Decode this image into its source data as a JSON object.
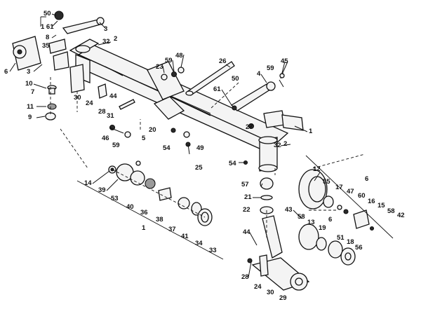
{
  "callouts": [
    {
      "id": "c-50a",
      "text": "50"
    },
    {
      "id": "c-1-61",
      "text": "1 61"
    },
    {
      "id": "c-8",
      "text": "8"
    },
    {
      "id": "c-3a",
      "text": "3"
    },
    {
      "id": "c-2a",
      "text": "2"
    },
    {
      "id": "c-32a",
      "text": "32"
    },
    {
      "id": "c-35",
      "text": "35"
    },
    {
      "id": "c-6a",
      "text": "6"
    },
    {
      "id": "c-3b",
      "text": "3"
    },
    {
      "id": "c-10",
      "text": "10"
    },
    {
      "id": "c-7",
      "text": "7"
    },
    {
      "id": "c-11",
      "text": "11"
    },
    {
      "id": "c-9",
      "text": "9"
    },
    {
      "id": "c-30a",
      "text": "30"
    },
    {
      "id": "c-24a",
      "text": "24"
    },
    {
      "id": "c-44a",
      "text": "44"
    },
    {
      "id": "c-28a",
      "text": "28"
    },
    {
      "id": "c-31",
      "text": "31"
    },
    {
      "id": "c-23",
      "text": "23"
    },
    {
      "id": "c-59a",
      "text": "59"
    },
    {
      "id": "c-48",
      "text": "48"
    },
    {
      "id": "c-26",
      "text": "26"
    },
    {
      "id": "c-50b",
      "text": "50"
    },
    {
      "id": "c-45",
      "text": "45"
    },
    {
      "id": "c-4",
      "text": "4"
    },
    {
      "id": "c-59b",
      "text": "59"
    },
    {
      "id": "c-61",
      "text": "61"
    },
    {
      "id": "c-20",
      "text": "20"
    },
    {
      "id": "c-5",
      "text": "5"
    },
    {
      "id": "c-46",
      "text": "46"
    },
    {
      "id": "c-59c",
      "text": "59"
    },
    {
      "id": "c-27",
      "text": "27"
    },
    {
      "id": "c-1a",
      "text": "1"
    },
    {
      "id": "c-54a",
      "text": "54"
    },
    {
      "id": "c-49",
      "text": "49"
    },
    {
      "id": "c-2b",
      "text": "2"
    },
    {
      "id": "c-32b",
      "text": "32"
    },
    {
      "id": "c-25",
      "text": "25"
    },
    {
      "id": "c-54b",
      "text": "54"
    },
    {
      "id": "c-14",
      "text": "14"
    },
    {
      "id": "c-39",
      "text": "39"
    },
    {
      "id": "c-53",
      "text": "53"
    },
    {
      "id": "c-40",
      "text": "40"
    },
    {
      "id": "c-36",
      "text": "36"
    },
    {
      "id": "c-38",
      "text": "38"
    },
    {
      "id": "c-37",
      "text": "37"
    },
    {
      "id": "c-41",
      "text": "41"
    },
    {
      "id": "c-34",
      "text": "34"
    },
    {
      "id": "c-33",
      "text": "33"
    },
    {
      "id": "c-1b",
      "text": "1"
    },
    {
      "id": "c-57",
      "text": "57"
    },
    {
      "id": "c-21",
      "text": "21"
    },
    {
      "id": "c-22",
      "text": "22"
    },
    {
      "id": "c-12",
      "text": "12"
    },
    {
      "id": "c-6b",
      "text": "6"
    },
    {
      "id": "c-55",
      "text": "55"
    },
    {
      "id": "c-17a",
      "text": "17"
    },
    {
      "id": "c-47",
      "text": "47"
    },
    {
      "id": "c-60",
      "text": "60"
    },
    {
      "id": "c-16a",
      "text": "16"
    },
    {
      "id": "c-15",
      "text": "15"
    },
    {
      "id": "c-58a",
      "text": "58"
    },
    {
      "id": "c-42",
      "text": "42"
    },
    {
      "id": "c-43",
      "text": "43"
    },
    {
      "id": "c-58b",
      "text": "58"
    },
    {
      "id": "c-13",
      "text": "13"
    },
    {
      "id": "c-6c",
      "text": "6"
    },
    {
      "id": "c-19",
      "text": "19"
    },
    {
      "id": "c-51",
      "text": "51"
    },
    {
      "id": "c-18",
      "text": "18"
    },
    {
      "id": "c-56",
      "text": "56"
    },
    {
      "id": "c-44b",
      "text": "44"
    },
    {
      "id": "c-28b",
      "text": "28"
    },
    {
      "id": "c-24b",
      "text": "24"
    },
    {
      "id": "c-30b",
      "text": "30"
    },
    {
      "id": "c-29",
      "text": "29"
    }
  ]
}
